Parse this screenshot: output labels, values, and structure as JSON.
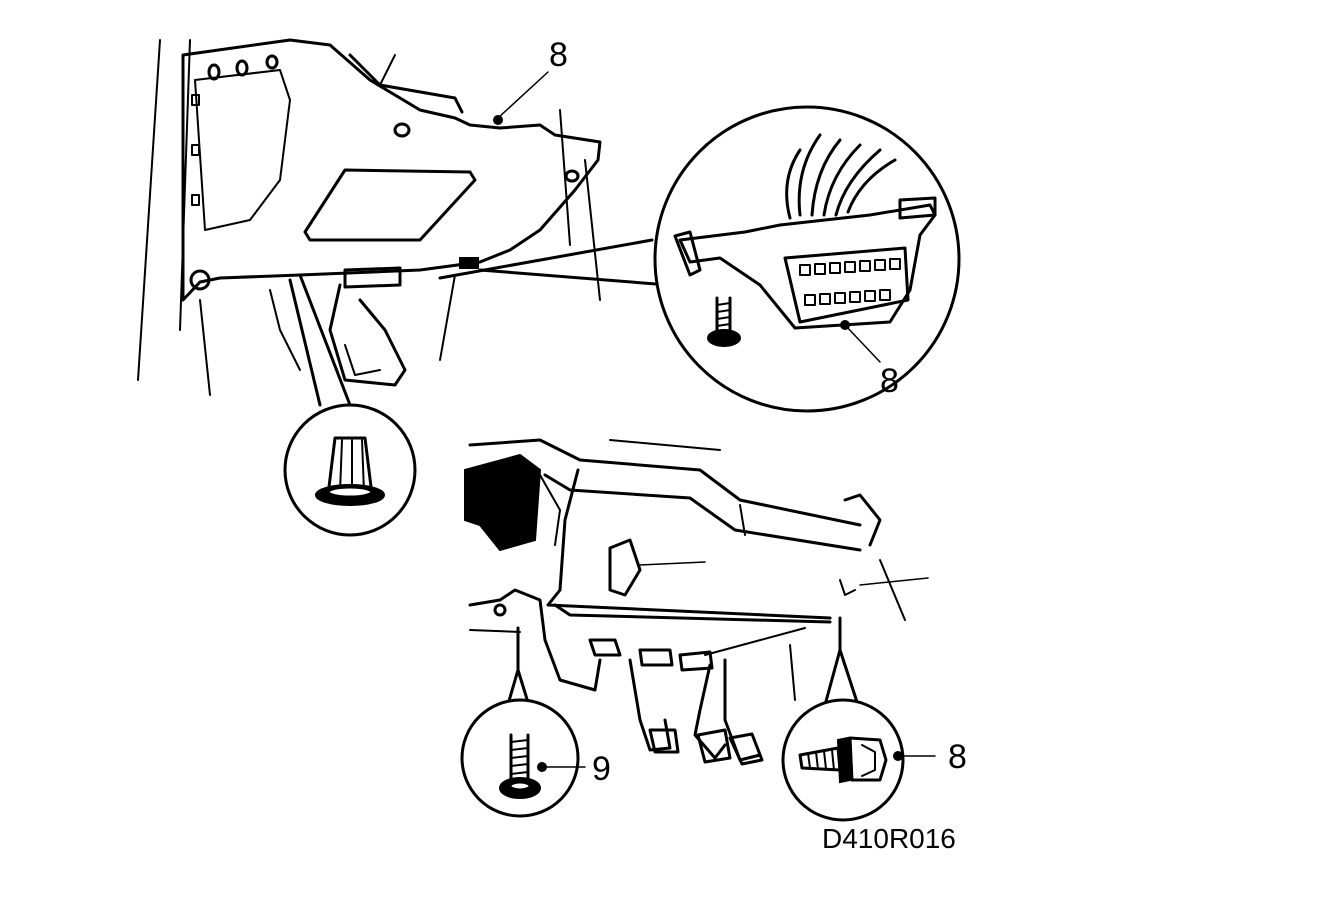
{
  "callouts": {
    "top_panel": "8",
    "obd_connector": "8",
    "left_screw": "9",
    "right_bolt": "8"
  },
  "figure_code": "D410R016"
}
